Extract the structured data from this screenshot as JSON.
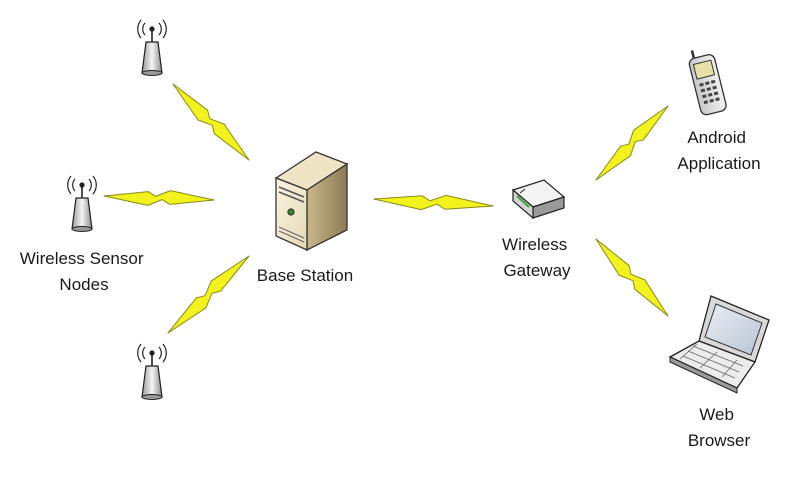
{
  "labels": {
    "sensor_nodes": [
      "Wireless Sensor",
      "Nodes"
    ],
    "base_station": "Base Station",
    "wireless_gateway": [
      "Wireless",
      "Gateway"
    ],
    "android_app": [
      "Android",
      "Application"
    ],
    "web_browser": [
      "Web",
      "Browser"
    ]
  },
  "icons": {
    "sensor_node": "antenna-icon",
    "base_station": "server-tower-icon",
    "gateway": "router-icon",
    "android": "mobile-phone-icon",
    "browser": "laptop-icon",
    "link": "lightning-bolt-icon"
  },
  "colors": {
    "bolt_fill": "#f2f21c",
    "bolt_stroke": "#8a8a1a",
    "line_blue": "#2d5a86",
    "line_yellow": "#d8d81e"
  }
}
